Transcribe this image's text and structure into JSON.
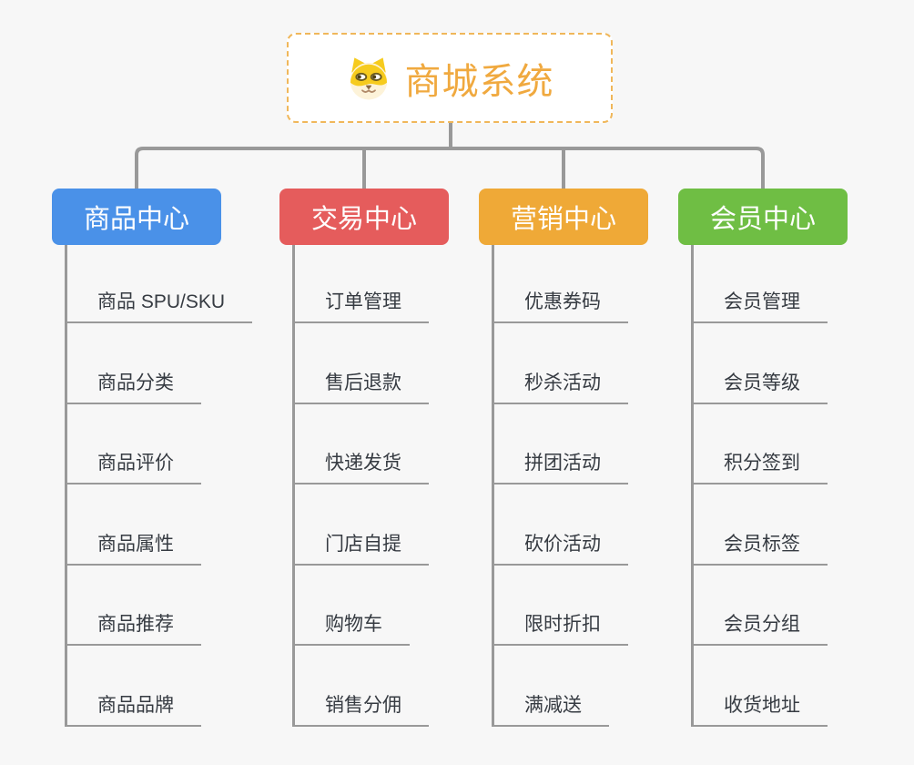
{
  "root": {
    "title": "商城系统",
    "icon": "dog-face-icon"
  },
  "colors": {
    "background": "#F7F7F7",
    "connector": "#999999",
    "root_border": "#F0B75A",
    "root_text": "#F0A93F",
    "leaf_text": "#363B42"
  },
  "branches": [
    {
      "label": "商品中心",
      "color": "#4A91E8",
      "items": [
        "商品 SPU/SKU",
        "商品分类",
        "商品评价",
        "商品属性",
        "商品推荐",
        "商品品牌"
      ]
    },
    {
      "label": "交易中心",
      "color": "#E55C5C",
      "items": [
        "订单管理",
        "售后退款",
        "快递发货",
        "门店自提",
        "购物车",
        "销售分佣"
      ]
    },
    {
      "label": "营销中心",
      "color": "#EFA937",
      "items": [
        "优惠券码",
        "秒杀活动",
        "拼团活动",
        "砍价活动",
        "限时折扣",
        "满减送"
      ]
    },
    {
      "label": "会员中心",
      "color": "#6FBE44",
      "items": [
        "会员管理",
        "会员等级",
        "积分签到",
        "会员标签",
        "会员分组",
        "收货地址"
      ]
    }
  ]
}
